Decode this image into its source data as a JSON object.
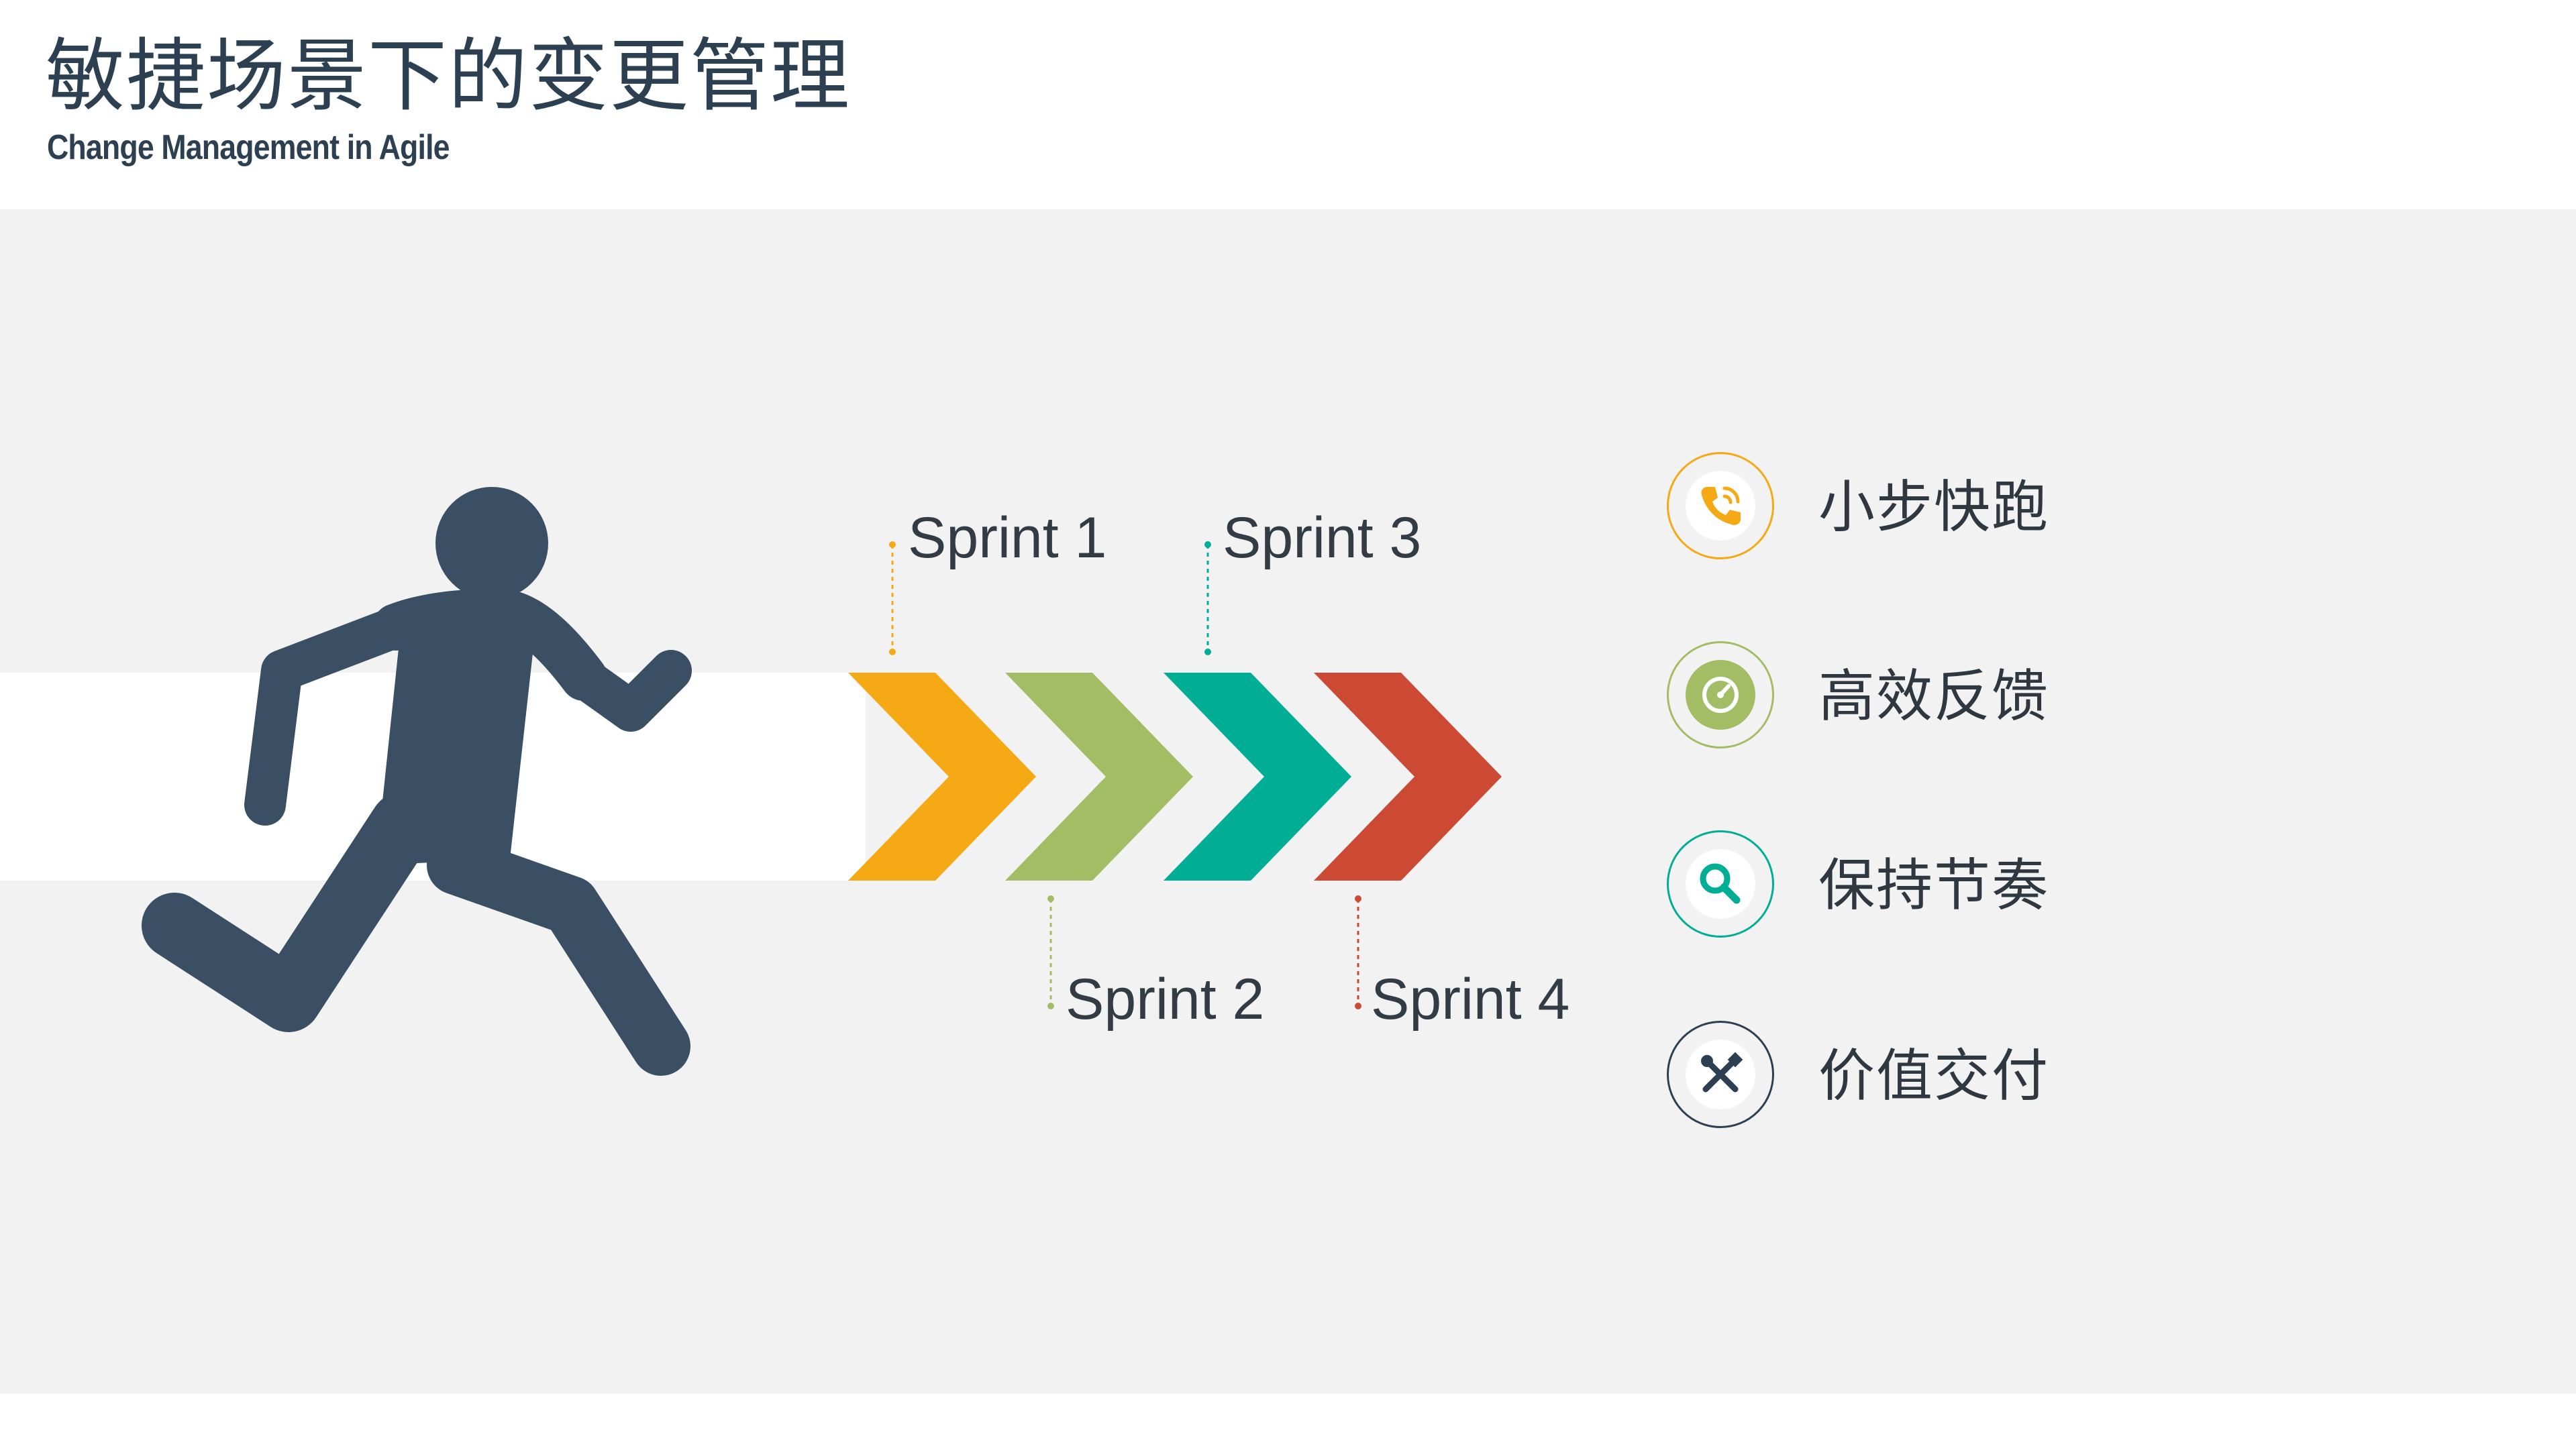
{
  "header": {
    "title": "敏捷场景下的变更管理",
    "subtitle": "Change Management in Agile"
  },
  "sprints": [
    {
      "label": "Sprint 1",
      "color": "#f5a914"
    },
    {
      "label": "Sprint 2",
      "color": "#a3bd65"
    },
    {
      "label": "Sprint 3",
      "color": "#00ad95"
    },
    {
      "label": "Sprint 4",
      "color": "#cc4a33"
    }
  ],
  "features": [
    {
      "label": "小步快跑",
      "icon": "phone-icon",
      "color": "#f5a914"
    },
    {
      "label": "高效反馈",
      "icon": "gauge-icon",
      "color": "#a3bd65"
    },
    {
      "label": "保持节奏",
      "icon": "search-icon",
      "color": "#00ad95"
    },
    {
      "label": "价值交付",
      "icon": "tools-icon",
      "color": "#2c4052"
    }
  ],
  "colors": {
    "figure": "#3a4f64",
    "background": "#f2f2f2"
  }
}
